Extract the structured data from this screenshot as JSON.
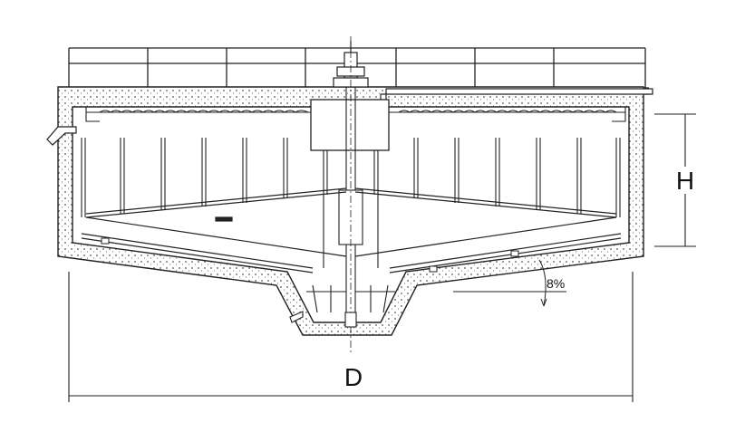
{
  "labels": {
    "height": "H",
    "diameter": "D",
    "slope": "8%"
  },
  "colors": {
    "line": "#222222",
    "concrete_fill": "#ffffff",
    "concrete_hatch": "#555555",
    "background": "#ffffff"
  }
}
